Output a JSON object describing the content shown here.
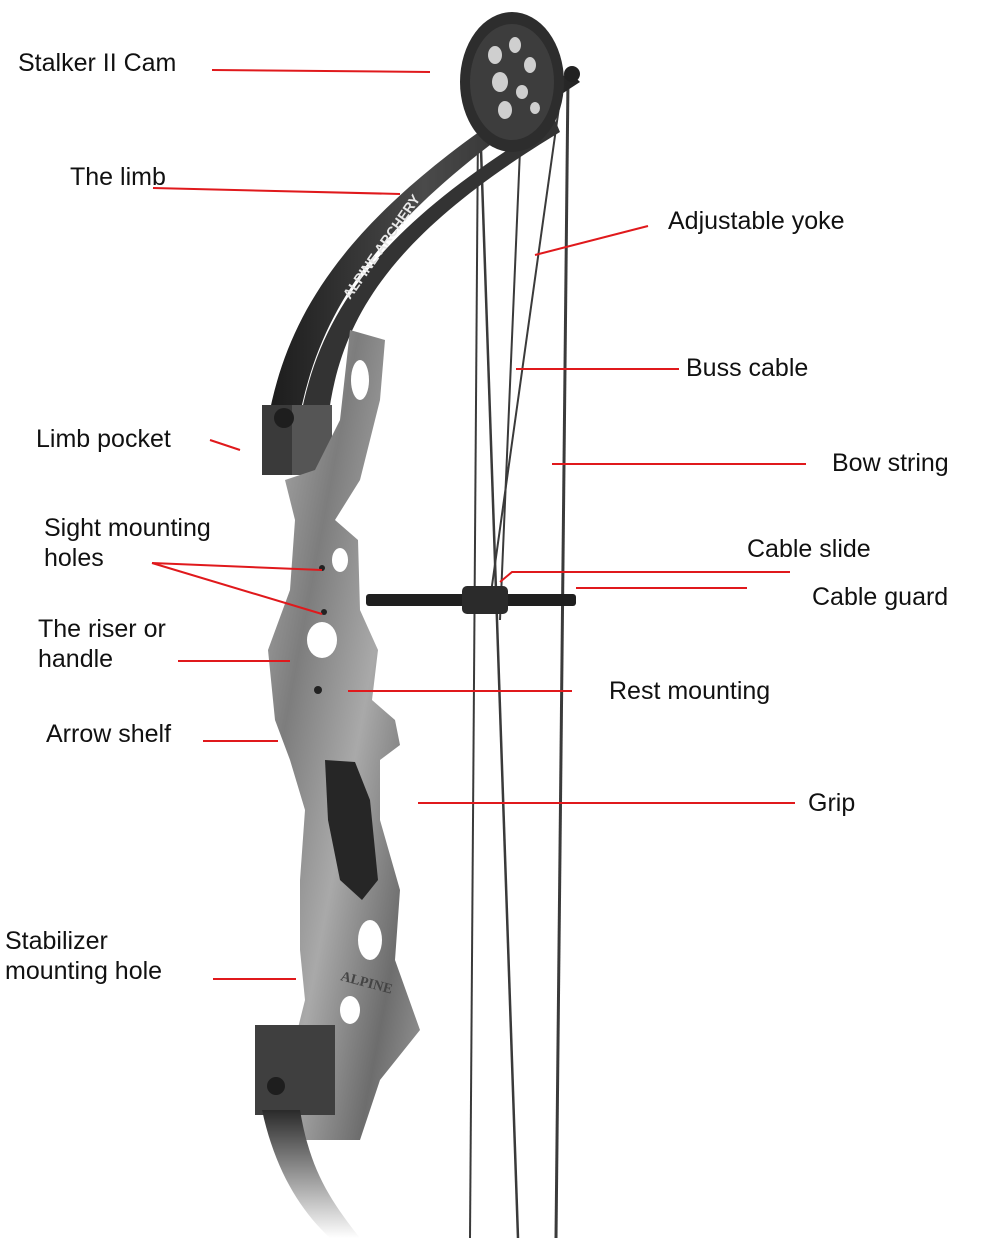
{
  "labels": {
    "stalker_cam": "Stalker II Cam",
    "limb": "The limb",
    "adjustable_yoke": "Adjustable yoke",
    "buss_cable": "Buss cable",
    "limb_pocket": "Limb pocket",
    "bow_string": "Bow string",
    "sight_holes_1": "Sight mounting",
    "sight_holes_2": "holes",
    "cable_slide": "Cable slide",
    "cable_guard": "Cable guard",
    "riser_1": "The riser or",
    "riser_2": "handle",
    "rest_mounting": "Rest mounting",
    "arrow_shelf": "Arrow shelf",
    "grip": "Grip",
    "stabilizer_1": "Stabilizer",
    "stabilizer_2": "mounting hole"
  },
  "limb_brand_text": "ALPINE ARCHERY",
  "riser_brand_text": "ALPINE",
  "colors": {
    "leader_line": "#e0191c",
    "label_text": "#111111",
    "bow_dark": "#2b2b2b",
    "riser_camo": "#8c8c8c"
  }
}
